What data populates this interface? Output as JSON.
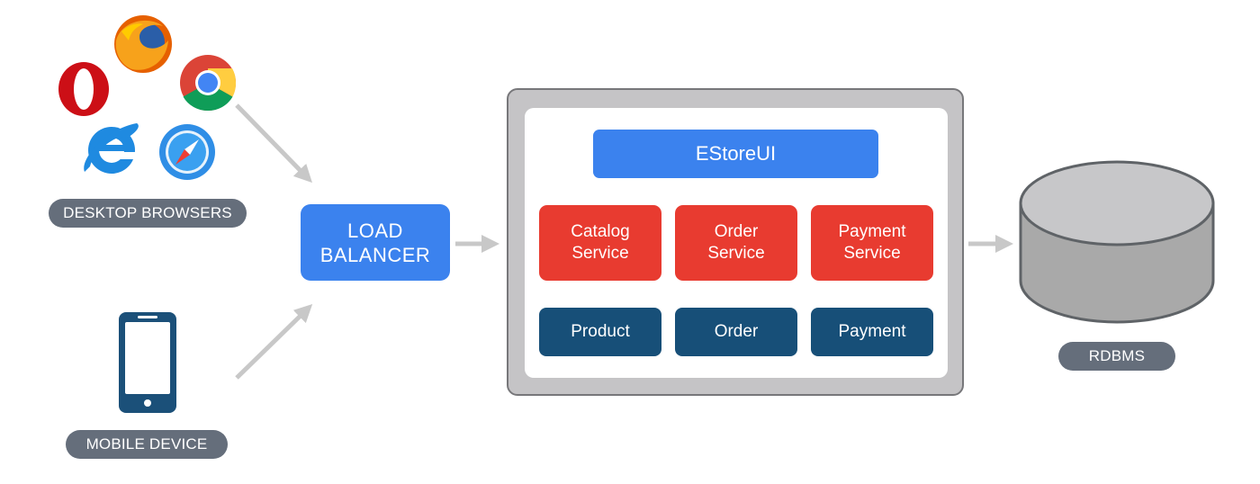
{
  "clients": {
    "desktop_label": "DESKTOP BROWSERS",
    "mobile_label": "MOBILE DEVICE"
  },
  "load_balancer": {
    "line1": "LOAD",
    "line2": "BALANCER"
  },
  "app": {
    "ui_label": "EStoreUI",
    "services": [
      {
        "line1": "Catalog",
        "line2": "Service"
      },
      {
        "line1": "Order",
        "line2": "Service"
      },
      {
        "line1": "Payment",
        "line2": "Service"
      }
    ],
    "entities": [
      "Product",
      "Order",
      "Payment"
    ]
  },
  "database": {
    "label": "RDBMS"
  },
  "icons": [
    "opera-icon",
    "firefox-icon",
    "chrome-icon",
    "internet-explorer-icon",
    "safari-icon",
    "smartphone-icon",
    "database-icon"
  ],
  "colors": {
    "blue": "#3b82ee",
    "red": "#e83b30",
    "navy": "#174f78",
    "label_gray": "#656e7b",
    "arrow_gray": "#c8c8c8",
    "db_gray": "#a9a9a9"
  }
}
